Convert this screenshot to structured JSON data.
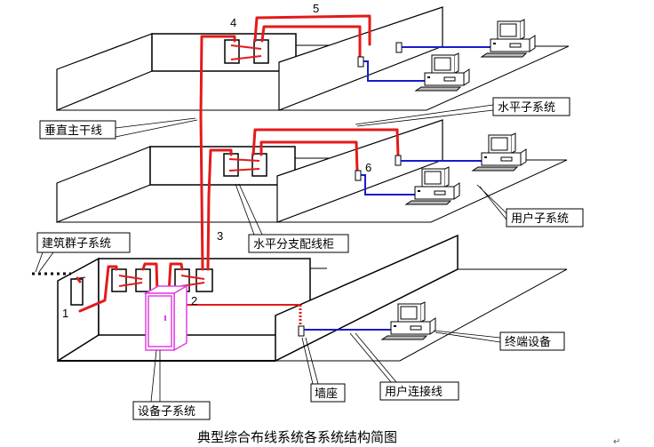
{
  "diagram": {
    "caption": "典型综合布线系统各系统结构简图",
    "labels": {
      "vertical_backbone": "垂直主干线",
      "horizontal_subsystem": "水平子系统",
      "user_subsystem": "用户子系统",
      "campus_subsystem": "建筑群子系统",
      "horizontal_distribution_cabinet": "水平分支配线柜",
      "terminal_equipment": "终端设备",
      "wall_outlet": "墙座",
      "user_patch_cable": "用户连接线",
      "equipment_subsystem": "设备子系统"
    },
    "numbers": {
      "n1": "1",
      "n2": "2",
      "n3": "3",
      "n4": "4",
      "n5": "5",
      "n6": "6"
    },
    "colors": {
      "backbone_cable": "#e41a1a",
      "user_cable": "#1a1acc",
      "equipment_cabinet": "#e040e0"
    },
    "paragraph_mark": "↵"
  }
}
